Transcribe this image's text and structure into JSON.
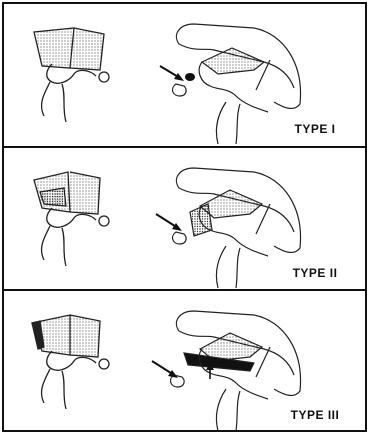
{
  "panels": [
    {
      "label": "TYPE I"
    },
    {
      "label": "TYPE II"
    },
    {
      "label": "TYPE III"
    }
  ]
}
